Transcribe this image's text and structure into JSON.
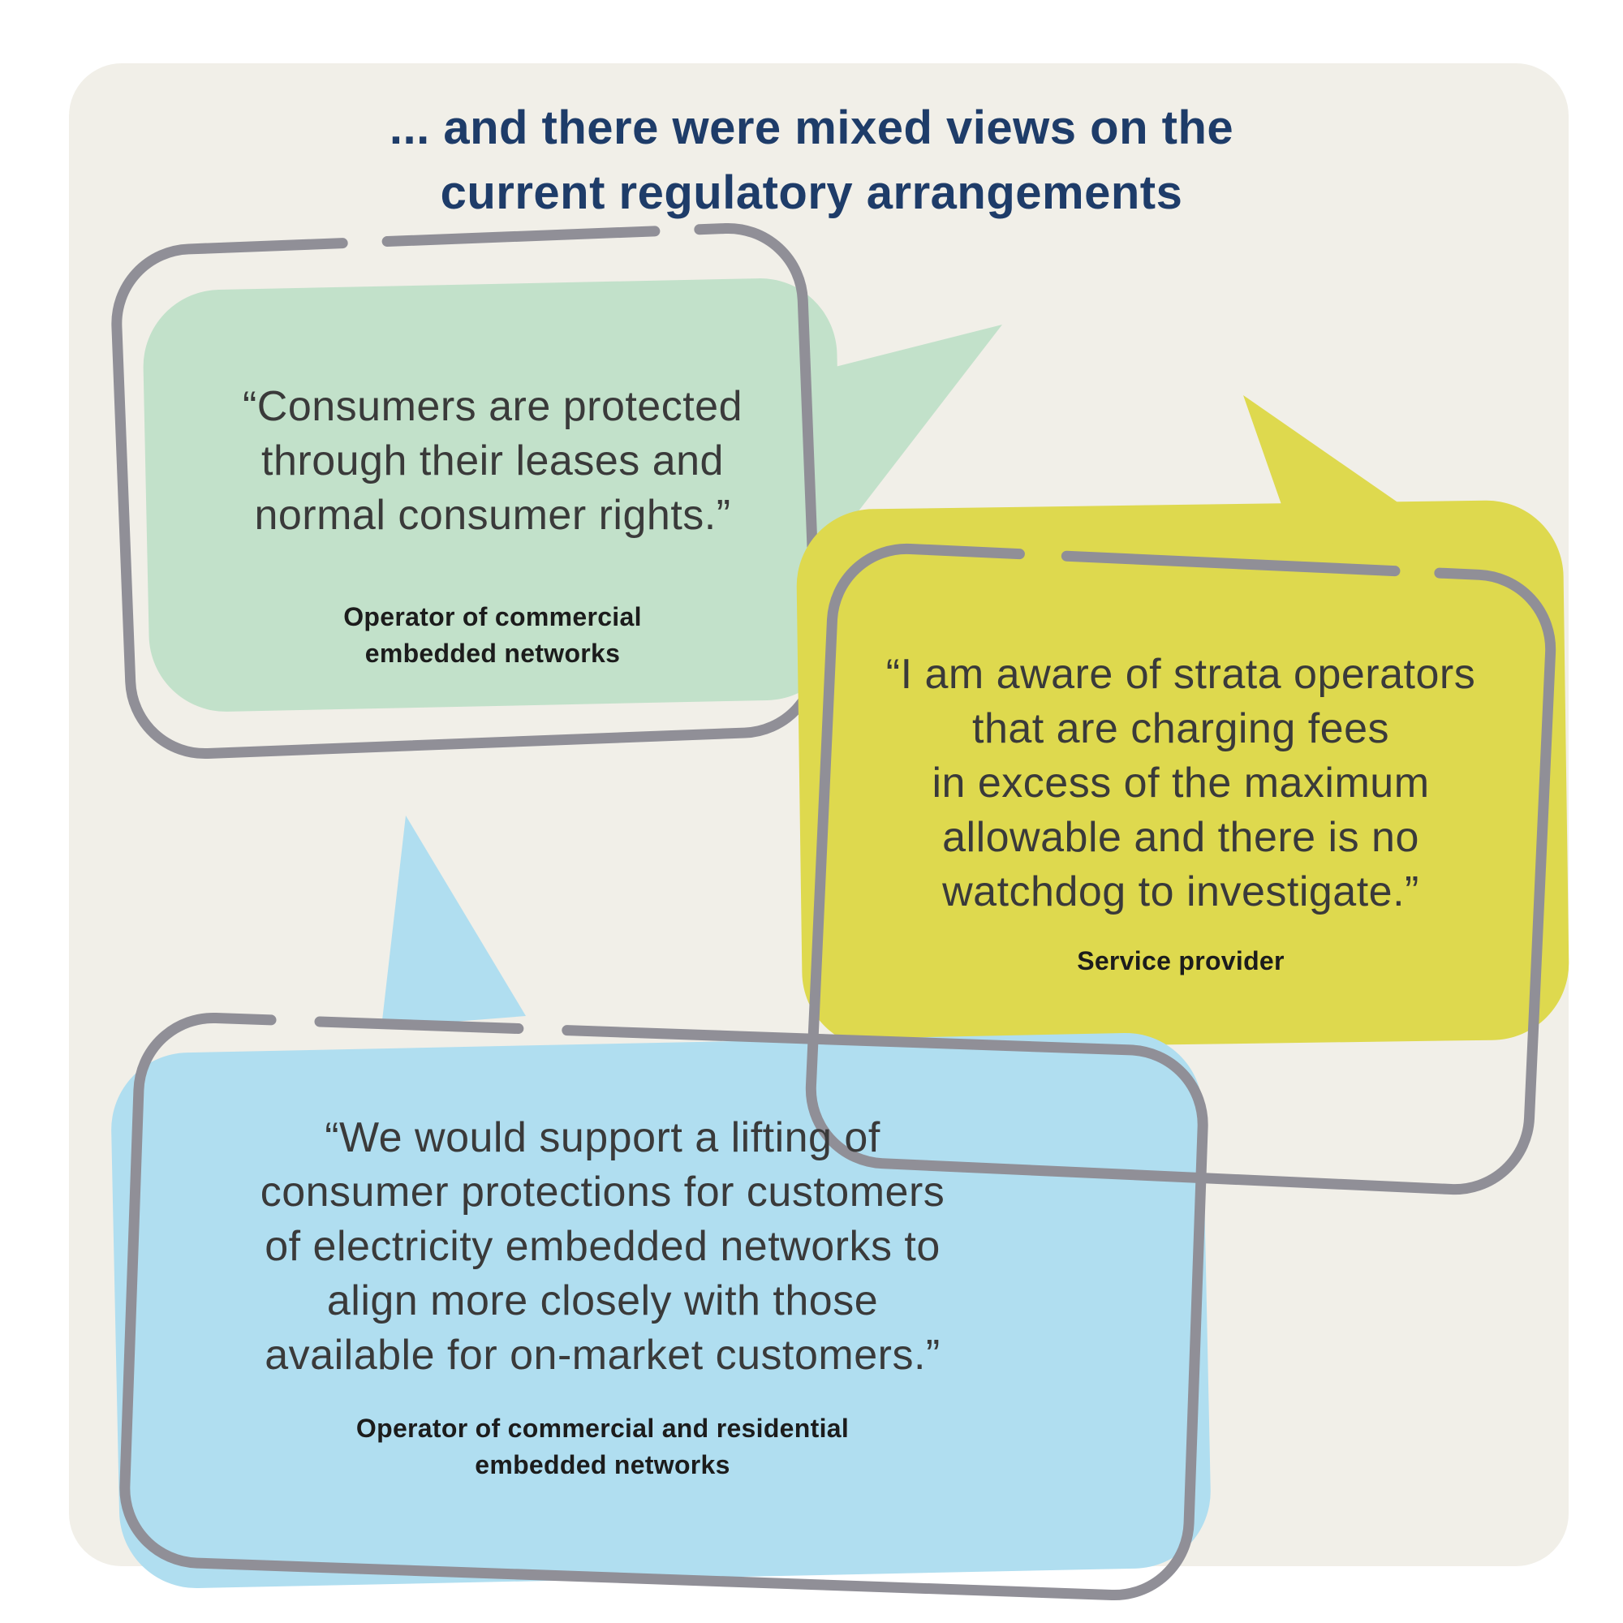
{
  "title": {
    "line1": "... and there were mixed views on the",
    "line2": "current regulatory arrangements"
  },
  "bubbles": [
    {
      "id": "green",
      "quote_lines": [
        "“Consumers are protected",
        "through their leases and",
        "normal consumer rights.”"
      ],
      "attribution_lines": [
        "Operator of commercial",
        "embedded networks"
      ]
    },
    {
      "id": "yellow",
      "quote_lines": [
        "“I am aware of strata operators",
        "that are charging fees",
        "in excess of the maximum",
        "allowable and there is no",
        "watchdog to investigate.”"
      ],
      "attribution_lines": [
        "Service provider"
      ]
    },
    {
      "id": "blue",
      "quote_lines": [
        "“We would support a lifting of",
        "consumer protections for customers",
        "of electricity embedded networks to",
        "align more closely with those",
        "available for on-market customers.”"
      ],
      "attribution_lines": [
        "Operator of commercial and residential",
        "embedded networks"
      ]
    }
  ],
  "colors": {
    "page_bg": "#ffffff",
    "panel_bg": "#f1efe8",
    "title_navy": "#1e3c69",
    "quote_text": "#3a3a3a",
    "attribution_text": "#1c1c1c",
    "green_bubble": "#c2e1ca",
    "yellow_bubble": "#ded94e",
    "blue_bubble": "#b0def0",
    "outline_gray": "#908f97"
  }
}
